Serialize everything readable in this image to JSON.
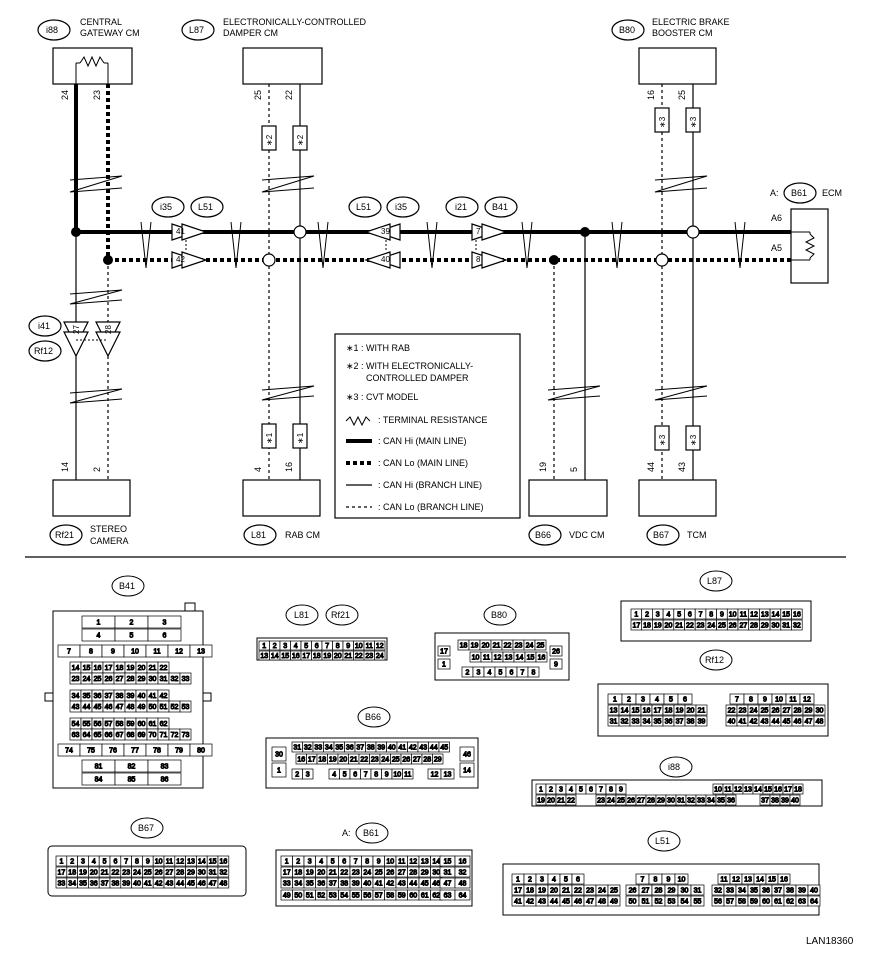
{
  "modules": {
    "i88": {
      "code": "i88",
      "name1": "CENTRAL",
      "name2": "GATEWAY CM"
    },
    "L87": {
      "code": "L87",
      "name1": "ELECTRONICALLY-CONTROLLED",
      "name2": "DAMPER CM"
    },
    "B80": {
      "code": "B80",
      "name1": "ELECTRIC BRAKE",
      "name2": "BOOSTER CM"
    },
    "B61": {
      "prefix": "A:",
      "code": "B61",
      "name": "ECM",
      "pinA6": "A6",
      "pinA5": "A5"
    },
    "Rf21": {
      "code": "Rf21",
      "name1": "STEREO",
      "name2": "CAMERA"
    },
    "L81": {
      "code": "L81",
      "name": "RAB CM"
    },
    "B66": {
      "code": "B66",
      "name": "VDC CM"
    },
    "B67": {
      "code": "B67",
      "name": "TCM"
    }
  },
  "connectors": {
    "i35a": "i35",
    "L51a": "L51",
    "L51b": "L51",
    "i35b": "i35",
    "i21": "i21",
    "B41": "B41",
    "i41": "i41",
    "Rf12": "Rf12"
  },
  "pins": {
    "i88_24": "24",
    "i88_23": "23",
    "L87_25": "25",
    "L87_22": "22",
    "B80_16": "16",
    "B80_25": "25",
    "Rf21_14": "14",
    "Rf21_2": "2",
    "L81_4": "4",
    "L81_16": "16",
    "B66_19": "19",
    "B66_5": "5",
    "B67_44": "44",
    "B67_43": "43",
    "c41": "41",
    "c42": "42",
    "c39": "39",
    "c40": "40",
    "c7": "7",
    "c8": "8",
    "c27": "27",
    "c28": "28"
  },
  "notes": {
    "n1": "∗1",
    "n2": "∗2",
    "n3": "∗3"
  },
  "legend": {
    "n1": "∗1  : WITH RAB",
    "n2a": "∗2  : WITH ELECTRONICALLY-",
    "n2b": "CONTROLLED DAMPER",
    "n3": "∗3  : CVT MODEL",
    "res": ": TERMINAL RESISTANCE",
    "hi_main": ": CAN Hi (MAIN LINE)",
    "lo_main": ": CAN Lo (MAIN LINE)",
    "hi_branch": ": CAN Hi (BRANCH LINE)",
    "lo_branch": ": CAN Lo (BRANCH LINE)"
  },
  "connector_views": {
    "B41": "B41",
    "L81": "L81",
    "Rf21": "Rf21",
    "B80": "B80",
    "L87": "L87",
    "Rf12": "Rf12",
    "B66": "B66",
    "i88": "i88",
    "B67": "B67",
    "B61_prefix": "A:",
    "B61": "B61",
    "L51": "L51"
  },
  "ref": "LAN18360"
}
